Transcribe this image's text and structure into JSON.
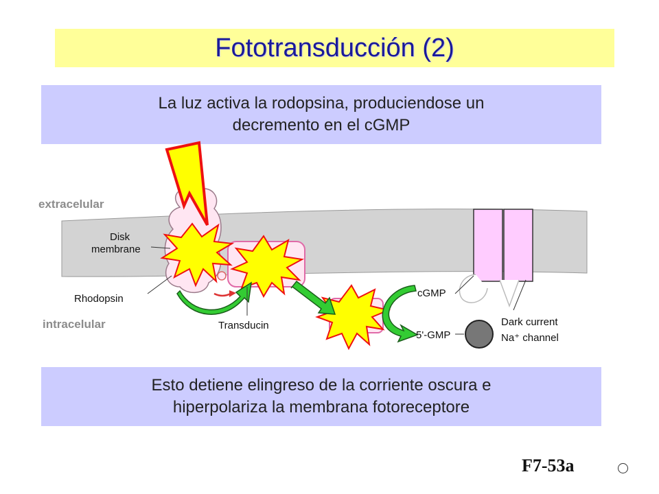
{
  "title": "Fototransducción (2)",
  "caption_top": {
    "line1": "La luz activa la  rodopsina, produciendose un",
    "line2": "decremento en el cGMP"
  },
  "caption_bottom": {
    "line1": "Esto detiene elingreso de la corriente oscura e",
    "line2": "hiperpolariza la membrana fotoreceptore"
  },
  "labels": {
    "extracelular": "extracelular",
    "intracelular": "intracelular",
    "disk_membrane_1": "Disk",
    "disk_membrane_2": "membrane",
    "rhodopsin": "Rhodopsin",
    "transducin": "Transducin",
    "cgmp": "cGMP",
    "five_gmp": "5'-GMP",
    "dark_current_1": "Dark current",
    "dark_current_2": "Na⁺ channel"
  },
  "figure_code": "F7-53a",
  "colors": {
    "title_bg": "#ffff99",
    "title_text": "#1a1a99",
    "caption_bg": "#ccccff",
    "membrane": "#d3d3d3",
    "protein": "#ffe6f2",
    "star": "#ffff00",
    "arrow": "#33cc33",
    "channel": "#ffccff"
  }
}
